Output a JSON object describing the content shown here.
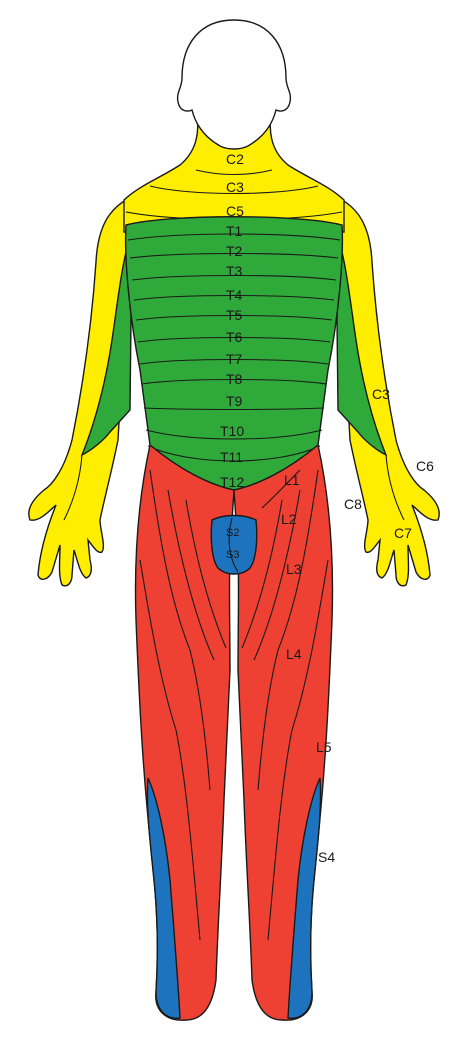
{
  "colors": {
    "cervical": "#FFEE00",
    "thoracic": "#2FAA3A",
    "lumbar": "#EE4133",
    "sacral": "#1E73BE",
    "head": "#FFFFFF",
    "outline": "#1A1A1A"
  },
  "labels": {
    "c2": "C2",
    "c3": "C3",
    "c5": "C5",
    "t1": "T1",
    "t2": "T2",
    "t3": "T3",
    "t4": "T4",
    "t5": "T5",
    "t6": "T6",
    "t7": "T7",
    "t8": "T8",
    "t9": "T9",
    "t10": "T10",
    "t11": "T11",
    "t12": "T12",
    "c3_arm": "C3",
    "c6": "C6",
    "c8": "C8",
    "c7": "C7",
    "l1": "L1",
    "l2": "L2",
    "l3": "L3",
    "l4": "L4",
    "l5": "L5",
    "s2": "S2",
    "s3": "S3",
    "s4": "S4"
  }
}
